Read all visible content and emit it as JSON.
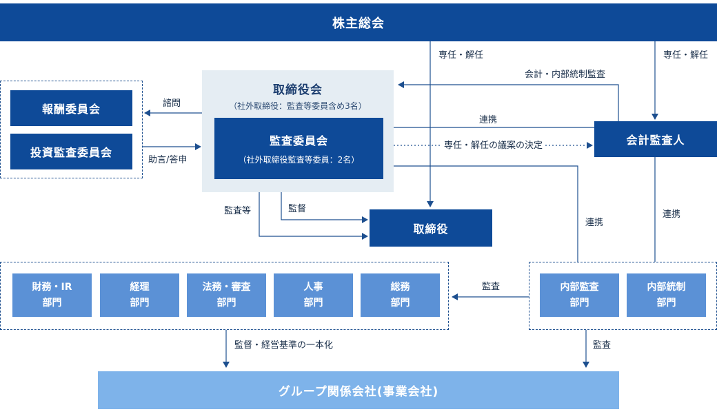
{
  "shareholders": "株主総会",
  "board": {
    "title": "取締役会",
    "note": "（社外取締役：監査等委員含め3名）"
  },
  "audit_committee": {
    "title": "監査委員会",
    "note": "（社外取締役監査等委員：2名）"
  },
  "committees": [
    "報酬委員会",
    "投資監査委員会"
  ],
  "directors": "取締役",
  "accounting_auditor": "会計監査人",
  "departments": [
    {
      "line1": "財務・IR",
      "line2": "部門"
    },
    {
      "line1": "経理",
      "line2": "部門"
    },
    {
      "line1": "法務・審査",
      "line2": "部門"
    },
    {
      "line1": "人事",
      "line2": "部門"
    },
    {
      "line1": "総務",
      "line2": "部門"
    }
  ],
  "internal": [
    {
      "line1": "内部監査",
      "line2": "部門"
    },
    {
      "line1": "内部統制",
      "line2": "部門"
    }
  ],
  "group": "グループ関係会社(事業会社)",
  "labels": {
    "appoint_dismiss_1": "専任・解任",
    "appoint_dismiss_2": "専任・解任",
    "accounting_control_audit": "会計・内部統制監査",
    "consult": "諮問",
    "advice": "助言/答申",
    "cooperation_1": "連携",
    "resolution": "専任・解任の議案の決定",
    "audit_etc": "監査等",
    "supervise": "監督",
    "cooperation_2": "連携",
    "cooperation_3": "連携",
    "audit_1": "監査",
    "supervise_mgmt": "監督・経営基準の一本化",
    "audit_2": "監査"
  }
}
